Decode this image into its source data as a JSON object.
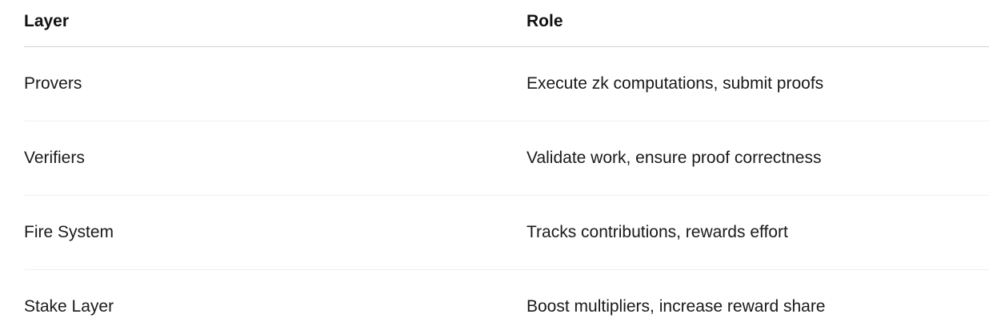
{
  "table": {
    "columns": [
      {
        "label": "Layer"
      },
      {
        "label": "Role"
      }
    ],
    "rows": [
      {
        "layer": "Provers",
        "role": "Execute zk computations, submit proofs"
      },
      {
        "layer": "Verifiers",
        "role": "Validate work, ensure proof correctness"
      },
      {
        "layer": "Fire System",
        "role": "Tracks contributions, rewards effort"
      },
      {
        "layer": "Stake Layer",
        "role": "Boost multipliers, increase reward share"
      }
    ],
    "colors": {
      "header_divider": "#d2d2d2",
      "row_divider": "#f0f0f0",
      "header_text": "#111111",
      "body_text": "#1a1a1a",
      "background": "#ffffff"
    }
  }
}
